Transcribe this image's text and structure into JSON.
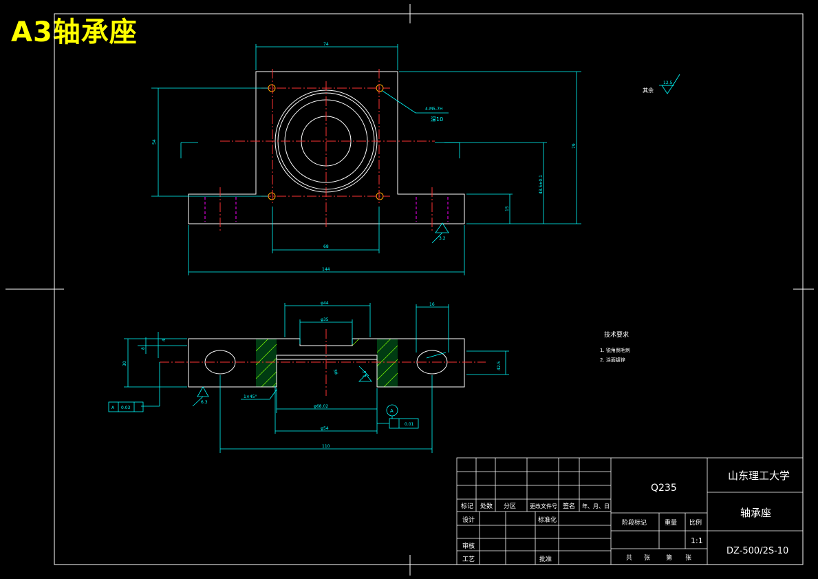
{
  "banner": "A3轴承座",
  "colors": {
    "background": "#000000",
    "border": "#ffffff",
    "dimension": "#00ffff",
    "centerline": "#ff3333",
    "outline": "#ffffff",
    "hatch": "#7fff00",
    "hidden": "#ff00ff",
    "banner": "#ffff00"
  },
  "dims": {
    "top_width": "74",
    "height_right": "79",
    "height_left": "54",
    "hole_callout": "4-M5-7H",
    "hole_depth": "深10",
    "center_height": "48.5±0.1",
    "base_thk": "15",
    "hole_span": "68",
    "overall_len": "144",
    "roughness_base": "3.2",
    "roughness_general": "12.5",
    "rest_label": "其余",
    "sec_top": "φ44",
    "sec_mid": "φ35",
    "slot_w": "16",
    "sec_h1": "8",
    "sec_h2": "4",
    "sec_h_total": "30",
    "sec_h_right": "42.5",
    "sec_inner": "φ5",
    "sec_small": "1.5",
    "chamfer": "1×45°",
    "bore": "φ68.02",
    "bore2": "φ54",
    "bolt_span": "110",
    "rough_sec": "6.3",
    "tol_left_datum": "A",
    "tol_left_val": "0.03",
    "tol_right_val": "0.01",
    "datum": "A"
  },
  "tech_req": {
    "title": "技术要求",
    "items": [
      "1. 锐角倒毛刺",
      "2. 涂面镀锌"
    ]
  },
  "title_block": {
    "material": "Q235",
    "school": "山东理工大学",
    "part_name": "轴承座",
    "drawing_no": "DZ-500/2S-10",
    "scale": "1:1",
    "scale_label": "比例",
    "stage_label": "阶段标记",
    "weight_label": "重量",
    "rows": {
      "mark": "标记",
      "count": "处数",
      "zone": "分区",
      "doc": "更改文件号",
      "sign": "签名",
      "date": "年、月、日"
    },
    "design": "设计",
    "std": "标准化",
    "check": "审核",
    "craft": "工艺",
    "approve": "批准",
    "sheet1": "共",
    "sheet2": "张",
    "sheet3": "第",
    "sheet4": "张"
  }
}
